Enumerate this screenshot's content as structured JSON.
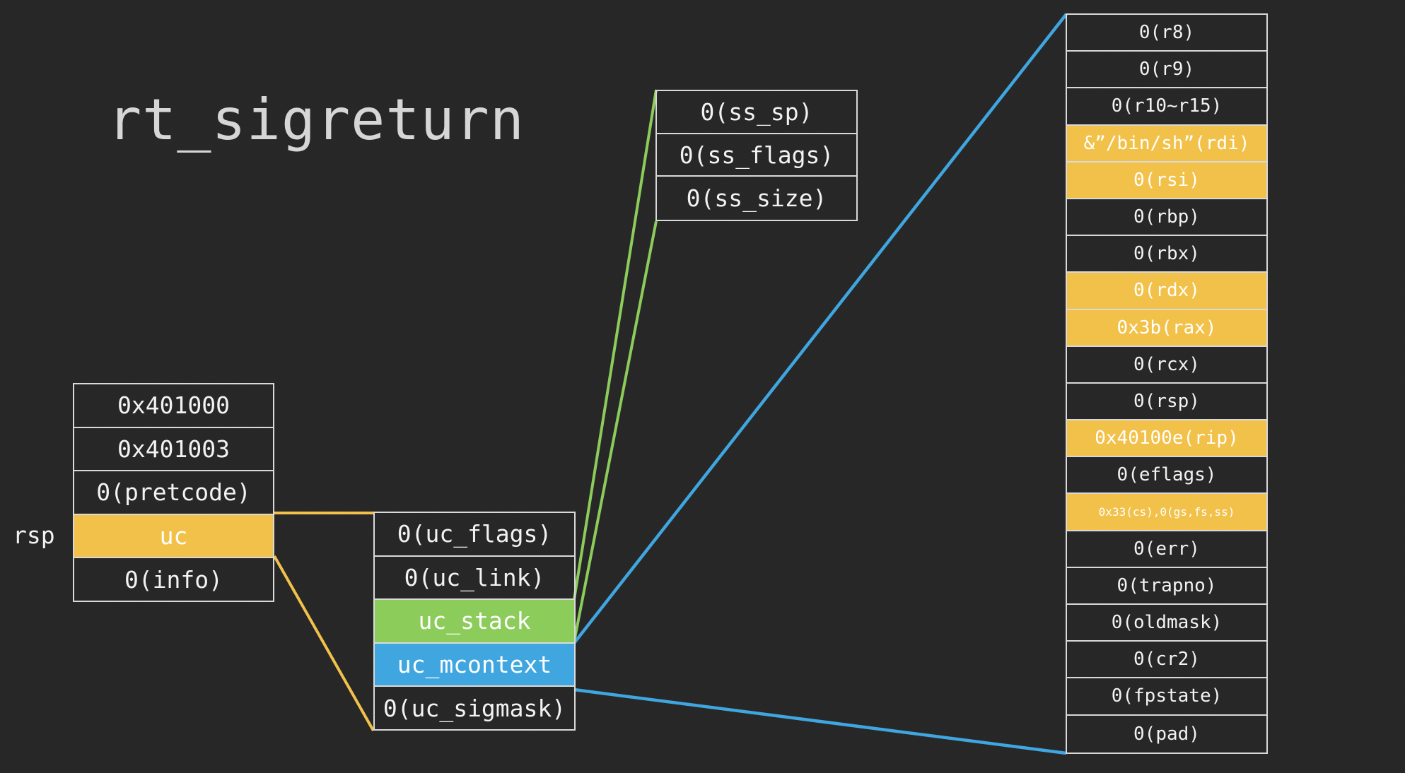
{
  "title": "rt_sigreturn",
  "colors": {
    "background": "#262626",
    "yellow": "#f2c14a",
    "green": "#8ccc5a",
    "blue": "#3fa6e0",
    "border": "#d9d9d9"
  },
  "frame": {
    "side_label": "rsp",
    "cells": [
      {
        "text": "0x401000",
        "highlight": "none"
      },
      {
        "text": "0x401003",
        "highlight": "none"
      },
      {
        "text": "0(pretcode)",
        "highlight": "none"
      },
      {
        "text": "uc",
        "highlight": "yellow"
      },
      {
        "text": "0(info)",
        "highlight": "none"
      }
    ]
  },
  "ucontext": {
    "cells": [
      {
        "text": "0(uc_flags)",
        "highlight": "none"
      },
      {
        "text": "0(uc_link)",
        "highlight": "none"
      },
      {
        "text": "uc_stack",
        "highlight": "green"
      },
      {
        "text": "uc_mcontext",
        "highlight": "blue"
      },
      {
        "text": "0(uc_sigmask)",
        "highlight": "none"
      }
    ]
  },
  "stack_t": {
    "cells": [
      {
        "text": "0(ss_sp)",
        "highlight": "none"
      },
      {
        "text": "0(ss_flags)",
        "highlight": "none"
      },
      {
        "text": "0(ss_size)",
        "highlight": "none"
      }
    ]
  },
  "mcontext": {
    "cells": [
      {
        "text": "0(r8)",
        "highlight": "none"
      },
      {
        "text": "0(r9)",
        "highlight": "none"
      },
      {
        "text": "0(r10~r15)",
        "highlight": "none"
      },
      {
        "text": "&”/bin/sh”(rdi)",
        "highlight": "yellow"
      },
      {
        "text": "0(rsi)",
        "highlight": "yellow"
      },
      {
        "text": "0(rbp)",
        "highlight": "none"
      },
      {
        "text": "0(rbx)",
        "highlight": "none"
      },
      {
        "text": "0(rdx)",
        "highlight": "yellow"
      },
      {
        "text": "0x3b(rax)",
        "highlight": "yellow"
      },
      {
        "text": "0(rcx)",
        "highlight": "none"
      },
      {
        "text": "0(rsp)",
        "highlight": "none"
      },
      {
        "text": "0x40100e(rip)",
        "highlight": "yellow"
      },
      {
        "text": "0(eflags)",
        "highlight": "none"
      },
      {
        "text": "0x33(cs),0(gs,fs,ss)",
        "highlight": "yellow",
        "small": true
      },
      {
        "text": "0(err)",
        "highlight": "none"
      },
      {
        "text": "0(trapno)",
        "highlight": "none"
      },
      {
        "text": "0(oldmask)",
        "highlight": "none"
      },
      {
        "text": "0(cr2)",
        "highlight": "none"
      },
      {
        "text": "0(fpstate)",
        "highlight": "none"
      },
      {
        "text": "0(pad)",
        "highlight": "none"
      }
    ]
  }
}
